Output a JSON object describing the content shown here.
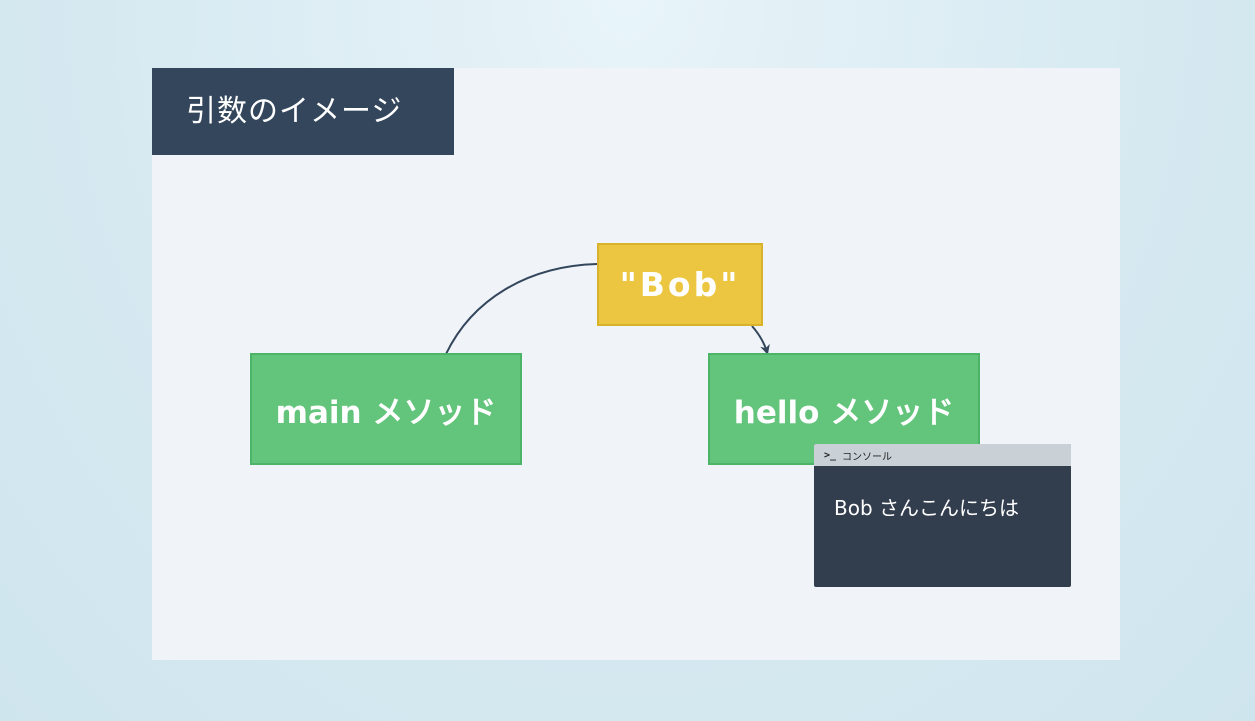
{
  "title": "引数のイメージ",
  "argument": "\"Bob\"",
  "main_method": "main メソッド",
  "hello_method": "hello メソッド",
  "console": {
    "icon": "terminal-prompt-icon",
    "icon_glyph": ">_",
    "title": "コンソール",
    "output": "Bob さんこんにちは"
  },
  "colors": {
    "title_bg": "#34465c",
    "method_box": "#63c47c",
    "argument_box": "#ecc640",
    "console_bg": "#323d4e",
    "arrow": "#34465c"
  }
}
